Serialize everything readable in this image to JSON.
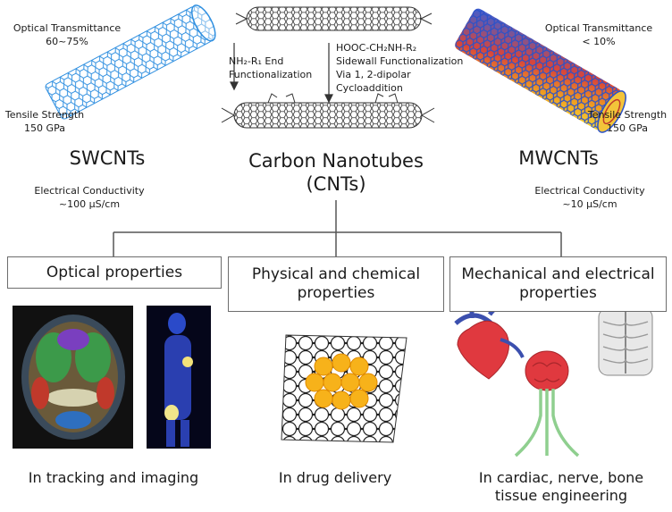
{
  "swcnt": {
    "optical_label": "Optical Transmittance",
    "optical_value": "60~75%",
    "tensile_label": "Tensile Strength",
    "tensile_value": "150 GPa",
    "name": "SWCNTs",
    "conductivity_label": "Electrical Conductivity",
    "conductivity_value": "~100 μS/cm"
  },
  "mwcnt": {
    "optical_label": "Optical Transmittance",
    "optical_value": "< 10%",
    "tensile_label": "Tensile Strength",
    "tensile_value": "150 GPa",
    "name": "MWCNTs",
    "conductivity_label": "Electrical Conductivity",
    "conductivity_value": "~10 μS/cm"
  },
  "center": {
    "title_line1": "Carbon Nanotubes",
    "title_line2": "(CNTs)",
    "reaction_left_line1": "NH₂-R₁ End",
    "reaction_left_line2": "Functionalization",
    "reaction_right_line1": "HOOC-CH₂NH-R₂",
    "reaction_right_line2": "Sidewall Functionalization",
    "reaction_right_line3": "Via 1, 2-dipolar",
    "reaction_right_line4": "Cycloaddition"
  },
  "categories": [
    {
      "label": "Optical properties",
      "application": "In tracking and imaging"
    },
    {
      "label": "Physical and chemical properties",
      "application": "In drug delivery"
    },
    {
      "label": "Mechanical and electrical properties",
      "application": "In cardiac, nerve, bone tissue engineering"
    }
  ],
  "colors": {
    "swcnt_lattice": "#2f8fe0",
    "mwcnt_outer": "#2a52c9",
    "mwcnt_inner": "#e8a020",
    "connector": "#555555",
    "drug_particle": "#f7b21a",
    "heart": "#e0393f",
    "vessel_blue": "#3b4fae"
  }
}
